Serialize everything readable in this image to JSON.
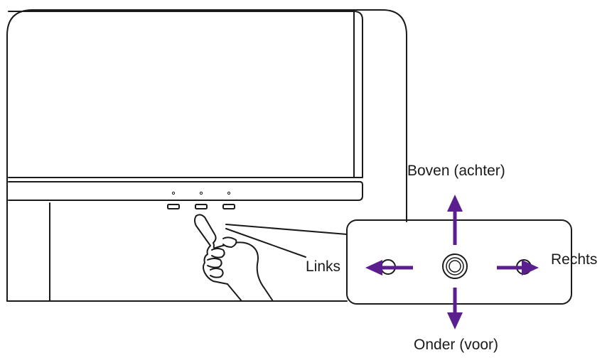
{
  "labels": {
    "up": "Boven (achter)",
    "down": "Onder (voor)",
    "left": "Links",
    "right": "Rechts"
  },
  "colors": {
    "arrow": "#5B1E8E",
    "line": "#1a1a1a",
    "background": "#ffffff"
  },
  "icons": {
    "finger": "pointing-hand-icon",
    "joystick": "joystick-key-icon"
  }
}
